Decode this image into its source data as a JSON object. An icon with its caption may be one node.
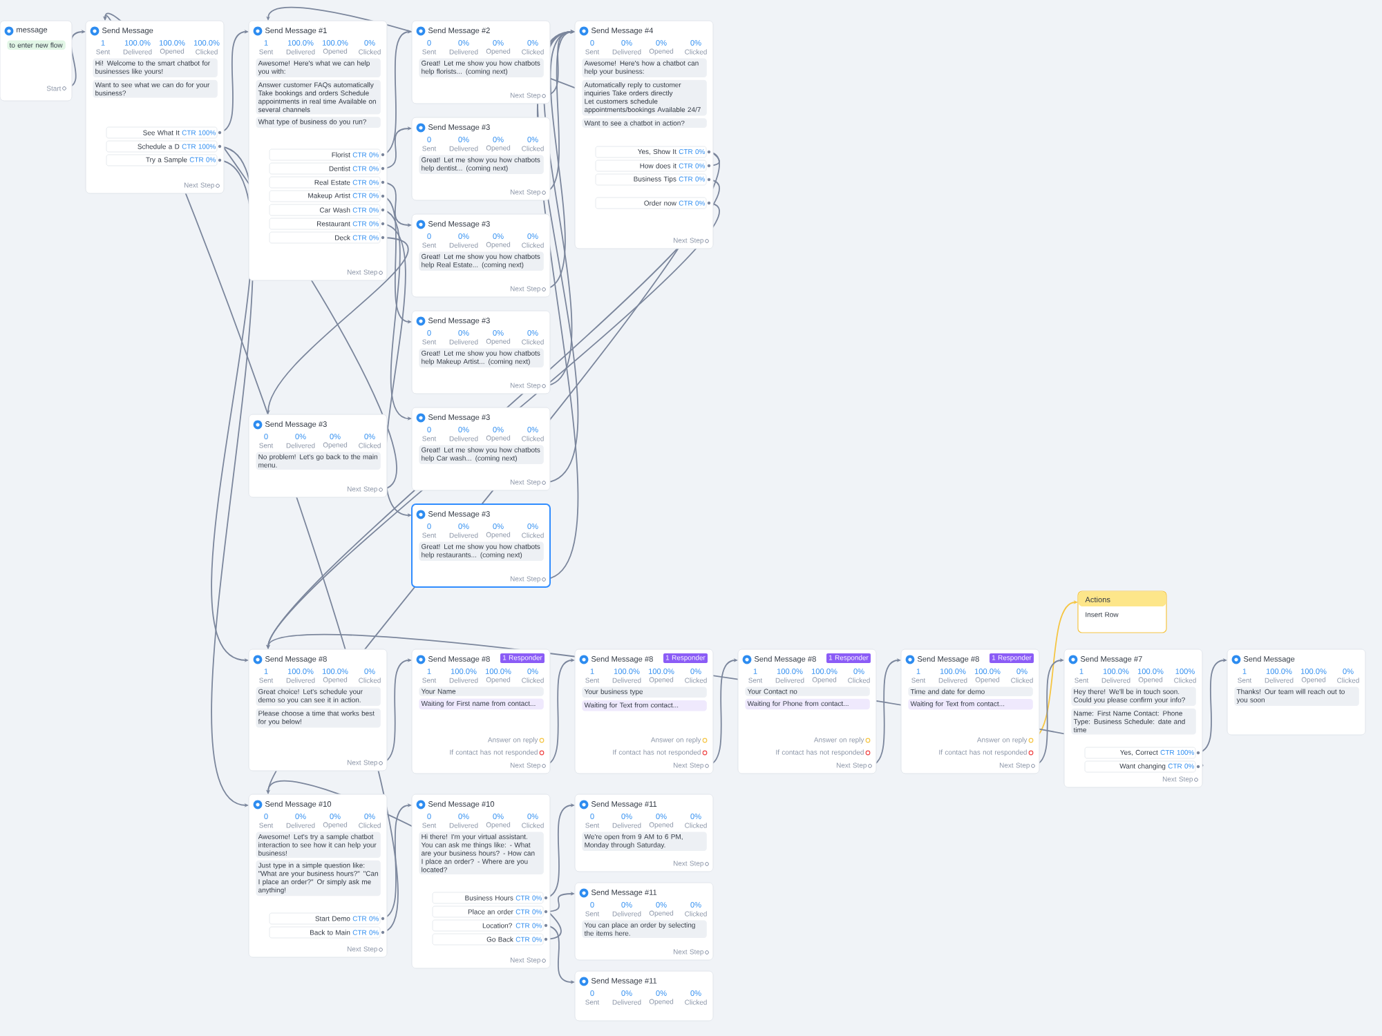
{
  "diagram": {
    "nodes": [
      {
        "text": [
          "message",
          "to enter new flow"
        ]
      },
      {
        "text": [
          "Start"
        ],
        "in": 0
      },
      {
        "text": [
          "Send Message",
          "1",
          "Sent",
          "100.0%",
          "Delivered",
          "100.0%",
          "Opened",
          "100.0%",
          "Clicked",
          "Hi! Welcome to the smart chatbot for businesses like yours!",
          "Want to see what we can do for your business?"
        ]
      },
      {
        "text": [
          "See What It",
          "CTR 100%"
        ],
        "in": 2
      },
      {
        "text": [
          "Schedule a D",
          "CTR 100%"
        ],
        "in": 2
      },
      {
        "text": [
          "Try a Sample",
          "CTR 0%"
        ],
        "in": 2
      },
      {
        "text": [
          "Next Step"
        ],
        "in": 2
      },
      {
        "text": [
          "Send Message #1",
          "1",
          "Sent",
          "100.0%",
          "Delivered",
          "100.0%",
          "Opened",
          "0%",
          "Clicked",
          "Awesome! Here's what we can help you with:",
          "Answer customer FAQs automatically Take bookings and orders Schedule appointments in real time Available on several channels",
          "What type of business do you run?"
        ]
      },
      {
        "text": [
          "Florist",
          "CTR 0%"
        ],
        "in": 7
      },
      {
        "text": [
          "Dentist",
          "CTR 0%"
        ],
        "in": 7
      },
      {
        "text": [
          "Real Estate",
          "CTR 0%"
        ],
        "in": 7
      },
      {
        "text": [
          "Makeup Artist",
          "CTR 0%"
        ],
        "in": 7
      },
      {
        "text": [
          "Car Wash",
          "CTR 0%"
        ],
        "in": 7
      },
      {
        "text": [
          "Restaurant",
          "CTR 0%"
        ],
        "in": 7
      },
      {
        "text": [
          "Deck",
          "CTR 0%"
        ],
        "in": 7
      },
      {
        "text": [
          "Next Step"
        ],
        "in": 7
      },
      {
        "text": [
          "Send Message #2",
          "0",
          "Sent",
          "0%",
          "Delivered",
          "0%",
          "Opened",
          "0%",
          "Clicked",
          "Great! Let me show you how chatbots help florists... (coming next)"
        ]
      },
      {
        "text": [
          "Next Step"
        ],
        "in": 16
      },
      {
        "text": [
          "Send Message #4",
          "0",
          "Sent",
          "0%",
          "Delivered",
          "0%",
          "Opened",
          "0%",
          "Clicked",
          "Awesome! Here's how a chatbot can help your business:",
          "Automatically reply to customer inquiries Take orders directly Let customers schedule appointments/bookings Available 24/7",
          "Want to see a chatbot in action?"
        ]
      },
      {
        "text": [
          "Yes, Show It",
          "CTR 0%"
        ],
        "in": 18
      },
      {
        "text": [
          "How does it",
          "CTR 0%"
        ],
        "in": 18
      },
      {
        "text": [
          "Business Tips",
          "CTR 0%"
        ],
        "in": 18
      },
      {
        "text": [
          "Order now",
          "CTR 0%"
        ],
        "in": 18
      },
      {
        "text": [
          "Next Step"
        ],
        "in": 18
      },
      {
        "text": [
          "Send Message #3",
          "0",
          "Sent",
          "0%",
          "Delivered",
          "0%",
          "Opened",
          "0%",
          "Clicked",
          "Great! Let me show you how chatbots help dentist... (coming next)"
        ]
      },
      {
        "text": [
          "Next Step"
        ],
        "in": 24
      },
      {
        "text": [
          "Send Message #3",
          "0",
          "Sent",
          "0%",
          "Delivered",
          "0%",
          "Opened",
          "0%",
          "Clicked",
          "Great! Let me show you how chatbots help Real Estate... (coming next)"
        ]
      },
      {
        "text": [
          "Next Step"
        ],
        "in": 26
      },
      {
        "text": [
          "Send Message #3",
          "0",
          "Sent",
          "0%",
          "Delivered",
          "0%",
          "Opened",
          "0%",
          "Clicked",
          "Great! Let me show you how chatbots help Makeup Artist... (coming next)"
        ]
      },
      {
        "text": [
          "Next Step"
        ],
        "in": 28
      },
      {
        "text": [
          "Send Message #3",
          "0",
          "Sent",
          "0%",
          "Delivered",
          "0%",
          "Opened",
          "0%",
          "Clicked",
          "Great! Let me show you how chatbots help Car wash... (coming next)"
        ]
      },
      {
        "text": [
          "Next Step"
        ],
        "in": 30
      },
      {
        "text": [
          "Send Message #3",
          "0",
          "Sent",
          "0%",
          "Delivered",
          "0%",
          "Opened",
          "0%",
          "Clicked",
          "Great! Let me show you how chatbots help restaurants... (coming next)"
        ]
      },
      {
        "text": [
          "Next Step"
        ],
        "in": 32
      },
      {
        "text": [
          "Send Message #3",
          "0",
          "Sent",
          "0%",
          "Delivered",
          "0%",
          "Opened",
          "0%",
          "Clicked",
          "No problem! Let's go back to the main menu."
        ]
      },
      {
        "text": [
          "Next Step"
        ],
        "in": 34
      },
      {
        "text": [
          "Send Message #8",
          "1",
          "Sent",
          "100.0%",
          "Delivered",
          "100.0%",
          "Opened",
          "0%",
          "Clicked",
          "Great choice! Let's schedule your demo so you can see it in action.",
          "Please choose a time that works best for you below!"
        ]
      },
      {
        "text": [
          "Next Step"
        ],
        "in": 36
      },
      {
        "text": [
          "Send Message #10",
          "0",
          "Sent",
          "0%",
          "Delivered",
          "0%",
          "Opened",
          "0%",
          "Clicked",
          "Awesome! Let's try a sample chatbot interaction to see how it can help your business!",
          "Just type in a simple question like: \"What are your business hours?\" \"Can I place an order?\" Or simply ask me anything!"
        ]
      },
      {
        "text": [
          "Start Demo",
          "CTR 0%"
        ],
        "in": 38
      },
      {
        "text": [
          "Back to Main",
          "CTR 0%"
        ],
        "in": 38
      },
      {
        "text": [
          "Next Step"
        ],
        "in": 38
      },
      {
        "text": [
          "Send Message #8",
          "1",
          "Sent",
          "100.0%",
          "Delivered",
          "100.0%",
          "Opened",
          "0%",
          "Clicked",
          "Your Name",
          "Waiting for First name from contact..."
        ]
      },
      {
        "text": [
          "1 Responder"
        ],
        "in": 42
      },
      {
        "text": [
          "Answer on reply"
        ],
        "in": 42
      },
      {
        "text": [
          "If contact has not responded"
        ],
        "in": 42
      },
      {
        "text": [
          "Next Step"
        ],
        "in": 42
      },
      {
        "text": [
          "Send Message #10",
          "0",
          "Sent",
          "0%",
          "Delivered",
          "0%",
          "Opened",
          "0%",
          "Clicked",
          "Hi there! I'm your virtual assistant. You can ask me things like: - What are your business hours? - How can I place an order? - Where are you located?"
        ]
      },
      {
        "text": [
          "Business Hours",
          "CTR 0%"
        ],
        "in": 47
      },
      {
        "text": [
          "Place an order",
          "CTR 0%"
        ],
        "in": 47
      },
      {
        "text": [
          "Location?",
          "CTR 0%"
        ],
        "in": 47
      },
      {
        "text": [
          "Go Back",
          "CTR 0%"
        ],
        "in": 47
      },
      {
        "text": [
          "Next Step"
        ],
        "in": 47
      },
      {
        "text": [
          "Send Message #8",
          "1",
          "Sent",
          "100.0%",
          "Delivered",
          "100.0%",
          "Opened",
          "0%",
          "Clicked",
          "Your business type",
          "Waiting for Text from contact..."
        ]
      },
      {
        "text": [
          "1 Responder"
        ],
        "in": 53
      },
      {
        "text": [
          "Answer on reply"
        ],
        "in": 53
      },
      {
        "text": [
          "If contact has not responded"
        ],
        "in": 53
      },
      {
        "text": [
          "Next Step"
        ],
        "in": 53
      },
      {
        "text": [
          "Send Message #8",
          "1",
          "Sent",
          "100.0%",
          "Delivered",
          "100.0%",
          "Opened",
          "0%",
          "Clicked",
          "Your Contact no",
          "Waiting for Phone from contact..."
        ]
      },
      {
        "text": [
          "1 Responder"
        ],
        "in": 58
      },
      {
        "text": [
          "Answer on reply"
        ],
        "in": 58
      },
      {
        "text": [
          "If contact has not responded"
        ],
        "in": 58
      },
      {
        "text": [
          "Next Step"
        ],
        "in": 58
      },
      {
        "text": [
          "Send Message #8",
          "1",
          "Sent",
          "100.0%",
          "Delivered",
          "100.0%",
          "Opened",
          "0%",
          "Clicked",
          "Time and date for demo",
          "Waiting for Text from contact..."
        ]
      },
      {
        "text": [
          "1 Responder"
        ],
        "in": 63
      },
      {
        "text": [
          "Answer on reply"
        ],
        "in": 63
      },
      {
        "text": [
          "If contact has not responded"
        ],
        "in": 63
      },
      {
        "text": [
          "Next Step"
        ],
        "in": 63
      },
      {
        "text": [
          "Actions",
          "Insert Row"
        ]
      },
      {
        "text": [
          "Send Message #7",
          "1",
          "Sent",
          "100.0%",
          "Delivered",
          "100.0%",
          "Opened",
          "100%",
          "Clicked",
          "Hey there! We'll be in touch soon. Could you please confirm your info?",
          "Name: First Name Contact: Phone Type: Business Schedule: date and time"
        ]
      },
      {
        "text": [
          "Yes, Correct",
          "CTR 100%"
        ],
        "in": 69
      },
      {
        "text": [
          "Want changing",
          "CTR 0%"
        ],
        "in": 69
      },
      {
        "text": [
          "Next Step"
        ],
        "in": 69
      },
      {
        "text": [
          "Send Message",
          "1",
          "Sent",
          "100.0%",
          "Delivered",
          "100.0%",
          "Opened",
          "0%",
          "Clicked",
          "Thanks! Our team will reach out to you soon"
        ]
      },
      {
        "text": [
          "Send Message #11",
          "0",
          "Sent",
          "0%",
          "Delivered",
          "0%",
          "Opened",
          "0%",
          "Clicked",
          "We're open from 9 AM to 6 PM, Monday through Saturday."
        ]
      },
      {
        "text": [
          "Next Step"
        ],
        "in": 74
      },
      {
        "text": [
          "Send Message #11",
          "0",
          "Sent",
          "0%",
          "Delivered",
          "0%",
          "Opened",
          "0%",
          "Clicked",
          "You can place an order by selecting the items here."
        ]
      },
      {
        "text": [
          "Next Step"
        ],
        "in": 76
      },
      {
        "text": [
          "Send Message #11",
          "0",
          "Sent",
          "0%",
          "Delivered",
          "0%",
          "Opened",
          "0%",
          "Clicked"
        ]
      }
    ],
    "edges": [
      {
        "from": 1,
        "to": 2,
        "arrow": "to"
      },
      {
        "from": 3,
        "to": 7,
        "arrow": "to"
      },
      {
        "from": 4,
        "to": 36,
        "arrow": "to"
      },
      {
        "from": 5,
        "to": 38,
        "arrow": "to"
      },
      {
        "from": 8,
        "to": 16,
        "arrow": "to"
      },
      {
        "from": 9,
        "to": 24,
        "arrow": "to"
      },
      {
        "from": 10,
        "to": 26,
        "arrow": "to"
      },
      {
        "from": 11,
        "to": 28,
        "arrow": "to"
      },
      {
        "from": 12,
        "to": 30,
        "arrow": "to"
      },
      {
        "from": 13,
        "to": 32,
        "arrow": "to"
      },
      {
        "from": 14,
        "to": 34,
        "arrow": "to"
      },
      {
        "from": 17,
        "to": 18,
        "arrow": "to"
      },
      {
        "from": 25,
        "to": 18,
        "arrow": "to"
      },
      {
        "from": 27,
        "to": 18,
        "arrow": "to"
      },
      {
        "from": 29,
        "to": 18,
        "arrow": "to"
      },
      {
        "from": 31,
        "to": 18,
        "arrow": "to"
      },
      {
        "from": 33,
        "to": 18,
        "arrow": "to"
      },
      {
        "from": 35,
        "to": 2,
        "arrow": "to"
      },
      {
        "from": 20,
        "to": 7,
        "arrow": "to"
      },
      {
        "from": 19,
        "to": 38,
        "arrow": "to"
      },
      {
        "from": 21,
        "to": 36,
        "arrow": "to"
      },
      {
        "from": 22,
        "to": 36,
        "arrow": "to"
      },
      {
        "from": 37,
        "to": 42,
        "arrow": "to"
      },
      {
        "from": 39,
        "to": 47,
        "arrow": "to"
      },
      {
        "from": 40,
        "to": 2,
        "arrow": "to"
      },
      {
        "from": 46,
        "to": 53,
        "arrow": "to"
      },
      {
        "from": 48,
        "to": 74,
        "arrow": "to"
      },
      {
        "from": 49,
        "to": 76,
        "arrow": "to"
      },
      {
        "from": 50,
        "to": 78,
        "arrow": "to"
      },
      {
        "from": 51,
        "to": 38,
        "arrow": "to"
      },
      {
        "from": 57,
        "to": 58,
        "arrow": "to"
      },
      {
        "from": 62,
        "to": 63,
        "arrow": "to"
      },
      {
        "from": 65,
        "to": 68,
        "arrow": "to",
        "color": "#f5c542"
      },
      {
        "from": 67,
        "to": 69,
        "arrow": "to"
      },
      {
        "from": 70,
        "to": 73,
        "arrow": "to"
      },
      {
        "from": 71,
        "to": 36,
        "arrow": "to"
      }
    ]
  }
}
